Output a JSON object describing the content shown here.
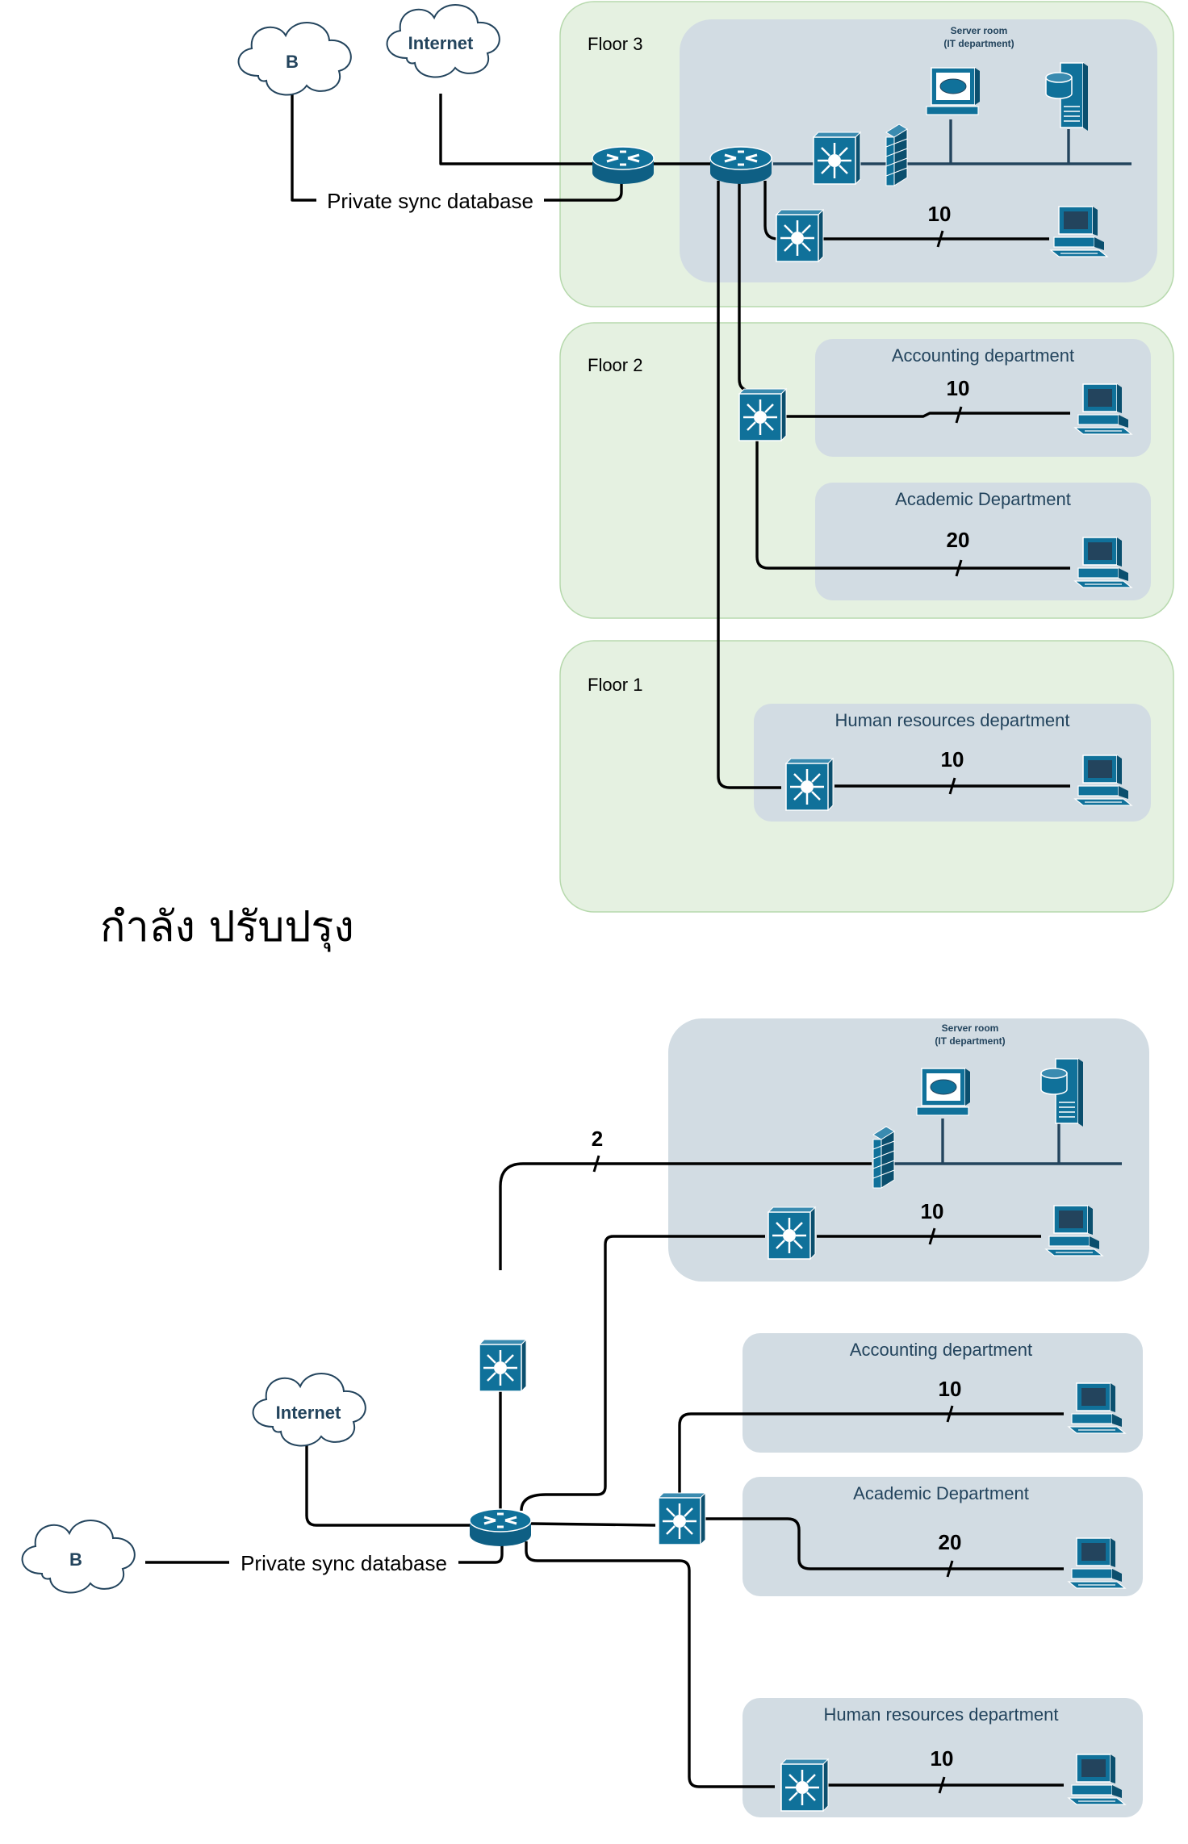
{
  "top_diagram": {
    "floors": {
      "floor3": "Floor 3",
      "floor2": "Floor 2",
      "floor1": "Floor 1"
    },
    "server_room": {
      "line1": "Server room",
      "line2": "(IT department)"
    },
    "clouds": {
      "b": "B",
      "internet": "Internet"
    },
    "sync_link_label": "Private sync database",
    "departments": {
      "accounting": "Accounting department",
      "academic": "Academic Department",
      "hr": "Human resources department"
    },
    "host_counts": {
      "it": "10",
      "accounting": "10",
      "academic": "20",
      "hr": "10"
    }
  },
  "status_heading": "กำลัง ปรับปรุง",
  "bottom_diagram": {
    "server_room": {
      "line1": "Server room",
      "line2": "(IT department)"
    },
    "clouds": {
      "internet": "Internet",
      "b": "B"
    },
    "sync_link_label": "Private sync database",
    "departments": {
      "accounting": "Accounting department",
      "academic": "Academic Department",
      "hr": "Human resources department"
    },
    "host_counts": {
      "server_link": "2",
      "it": "10",
      "accounting": "10",
      "academic": "20",
      "hr": "10"
    }
  },
  "colors": {
    "floor_fill": "#e5f1e1",
    "room_fill": "#d2dce3",
    "icon_blue": "#10719a",
    "icon_dark": "#23445d"
  }
}
